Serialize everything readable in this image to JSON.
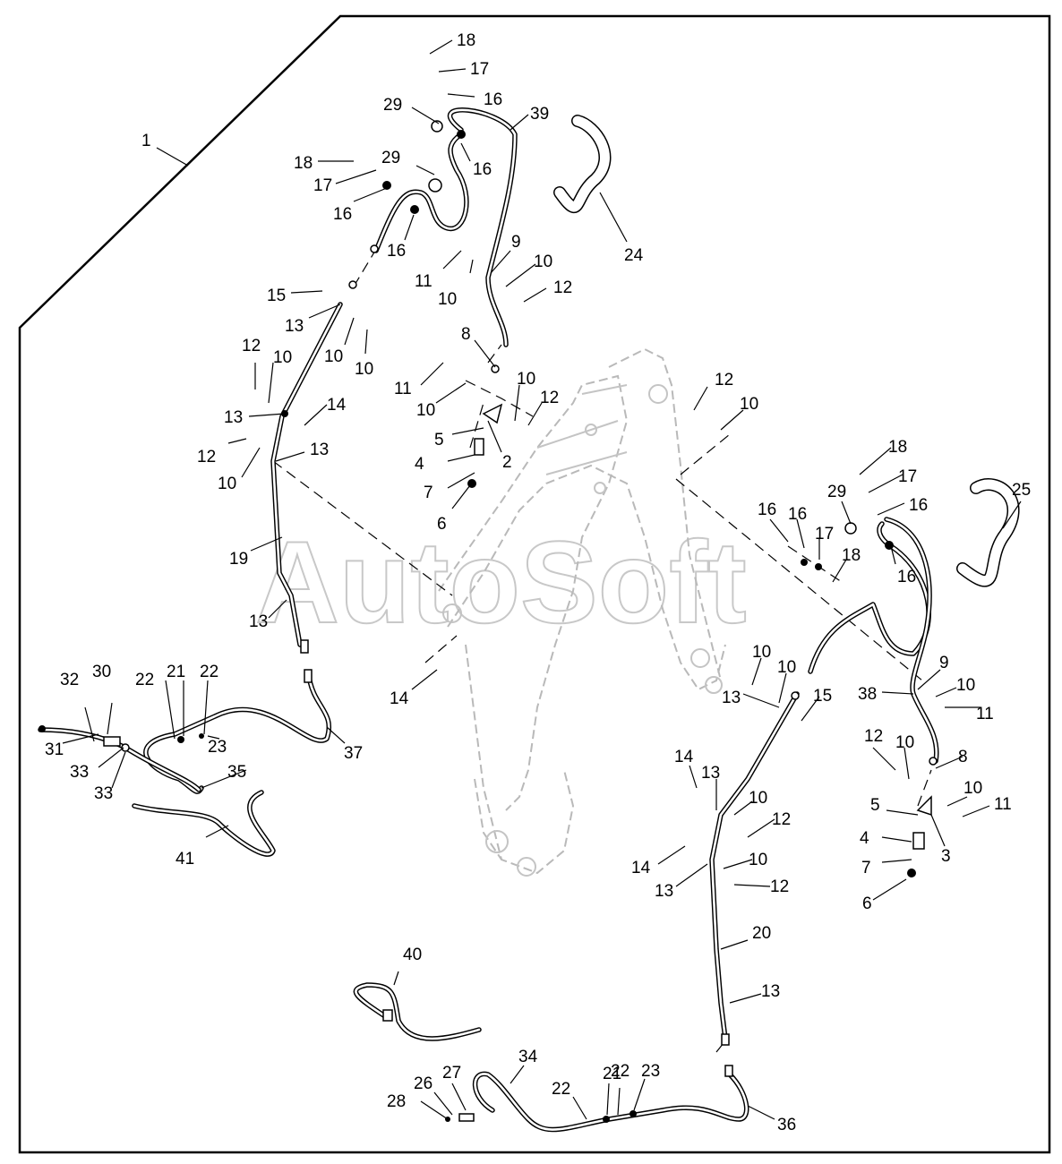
{
  "watermark": "AutoSoft",
  "callouts": [
    "1",
    "2",
    "3",
    "4",
    "5",
    "6",
    "7",
    "8",
    "9",
    "10",
    "11",
    "12",
    "13",
    "14",
    "15",
    "16",
    "17",
    "18",
    "19",
    "20",
    "21",
    "22",
    "23",
    "24",
    "25",
    "26",
    "27",
    "28",
    "29",
    "30",
    "31",
    "32",
    "33",
    "34",
    "35",
    "36",
    "37",
    "38",
    "39",
    "40",
    "41"
  ]
}
